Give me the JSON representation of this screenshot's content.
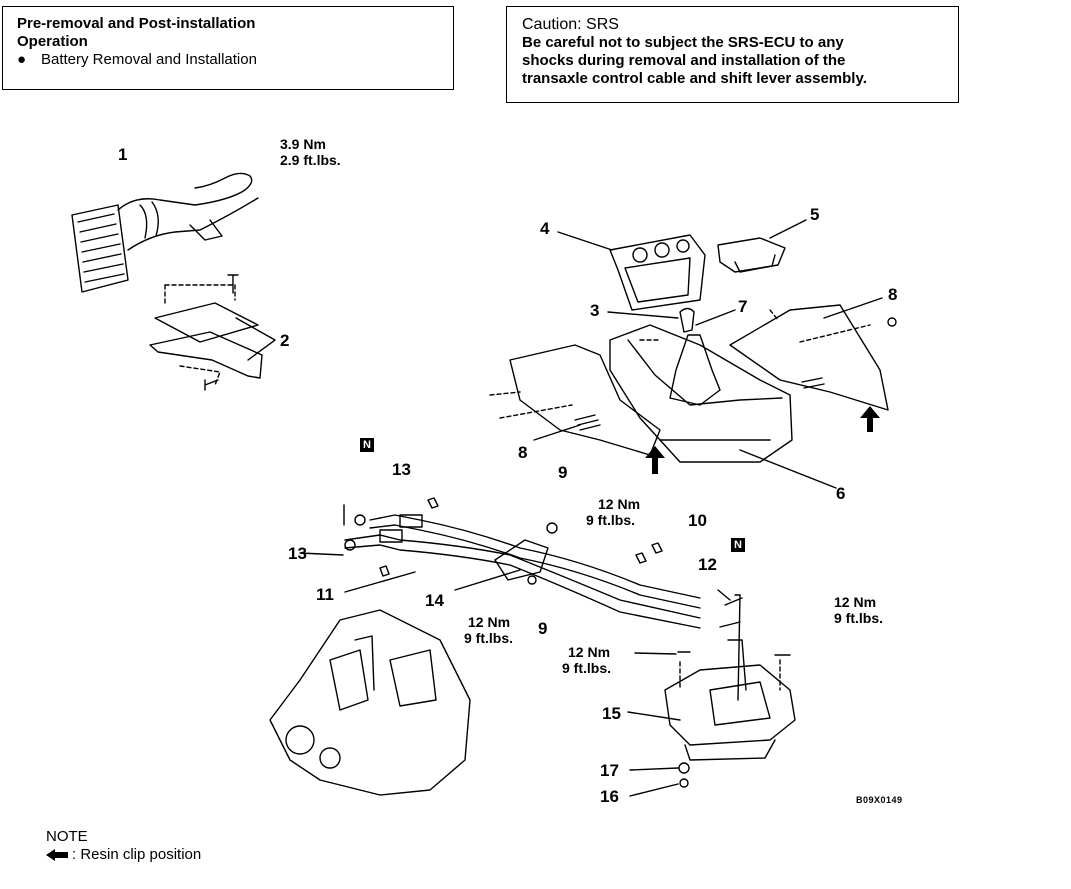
{
  "pre_box": {
    "title_line1": "Pre-removal and Post-installation",
    "title_line2": "Operation",
    "bullet": "●",
    "item": "Battery Removal and Installation"
  },
  "caution_box": {
    "title": "Caution: SRS",
    "line1": "Be careful not to subject the SRS-ECU to any",
    "line2": "shocks during removal and installation of the",
    "line3": "transaxle control cable and shift lever assembly."
  },
  "torques": {
    "t1_nm": "3.9 Nm",
    "t1_ft": "2.9 ft.lbs.",
    "t2_nm": "12 Nm",
    "t2_ft": "9 ft.lbs.",
    "t3_nm": "12 Nm",
    "t3_ft": "9 ft.lbs.",
    "t4_nm": "12 Nm",
    "t4_ft": "9 ft.lbs.",
    "t5_nm": "12 Nm",
    "t5_ft": "9 ft.lbs."
  },
  "labels": {
    "l1": "1",
    "l2": "2",
    "l3": "3",
    "l4": "4",
    "l5": "5",
    "l6": "6",
    "l7": "7",
    "l8a": "8",
    "l8b": "8",
    "l9a": "9",
    "l9b": "9",
    "l10": "10",
    "l11": "11",
    "l12": "12",
    "l13a": "13",
    "l13b": "13",
    "l14": "14",
    "l15": "15",
    "l16": "16",
    "l17": "17"
  },
  "badges": {
    "n1": "N",
    "n2": "N"
  },
  "reference_code": "B09X0149",
  "note": {
    "title": "NOTE",
    "text": ": Resin clip position"
  }
}
